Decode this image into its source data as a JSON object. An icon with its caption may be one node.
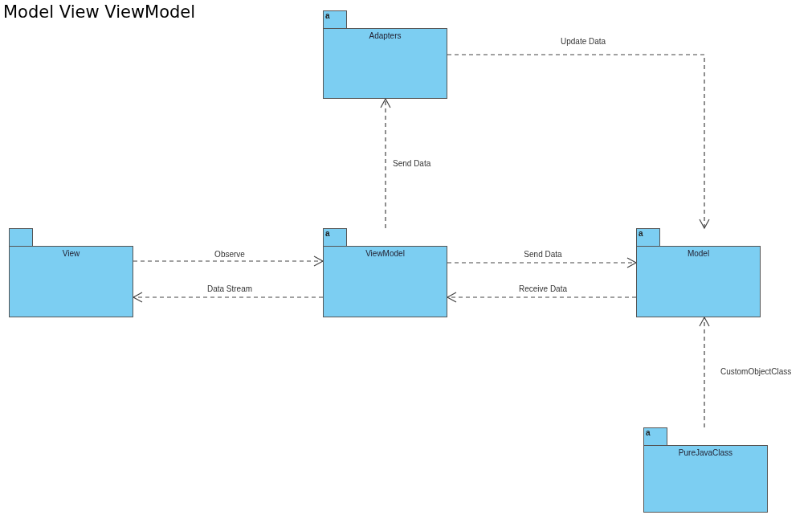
{
  "diagram": {
    "title": "Model View ViewModel",
    "nodes": [
      {
        "text": [
          "a",
          "Adapters"
        ]
      },
      {
        "text": [
          "View"
        ]
      },
      {
        "text": [
          "a",
          "ViewModel"
        ]
      },
      {
        "text": [
          "a",
          "Model"
        ]
      },
      {
        "text": [
          "a",
          "PureJavaClass"
        ]
      }
    ],
    "edges": [
      {
        "from": 2,
        "to": 0,
        "arrow": "to",
        "label": "Send Data",
        "style": "dashed"
      },
      {
        "from": 0,
        "to": 3,
        "arrow": "to",
        "label": "Update Data",
        "style": "dashed"
      },
      {
        "from": 1,
        "to": 2,
        "arrow": "to",
        "label": "Observe",
        "style": "dashed"
      },
      {
        "from": 2,
        "to": 1,
        "arrow": "to",
        "label": "Data Stream",
        "style": "dashed"
      },
      {
        "from": 2,
        "to": 3,
        "arrow": "to",
        "label": "Send Data",
        "style": "dashed"
      },
      {
        "from": 3,
        "to": 2,
        "arrow": "to",
        "label": "Receive Data",
        "style": "dashed"
      },
      {
        "from": 4,
        "to": 3,
        "arrow": "to",
        "label": "CustomObjectClass",
        "style": "dashed"
      }
    ]
  }
}
